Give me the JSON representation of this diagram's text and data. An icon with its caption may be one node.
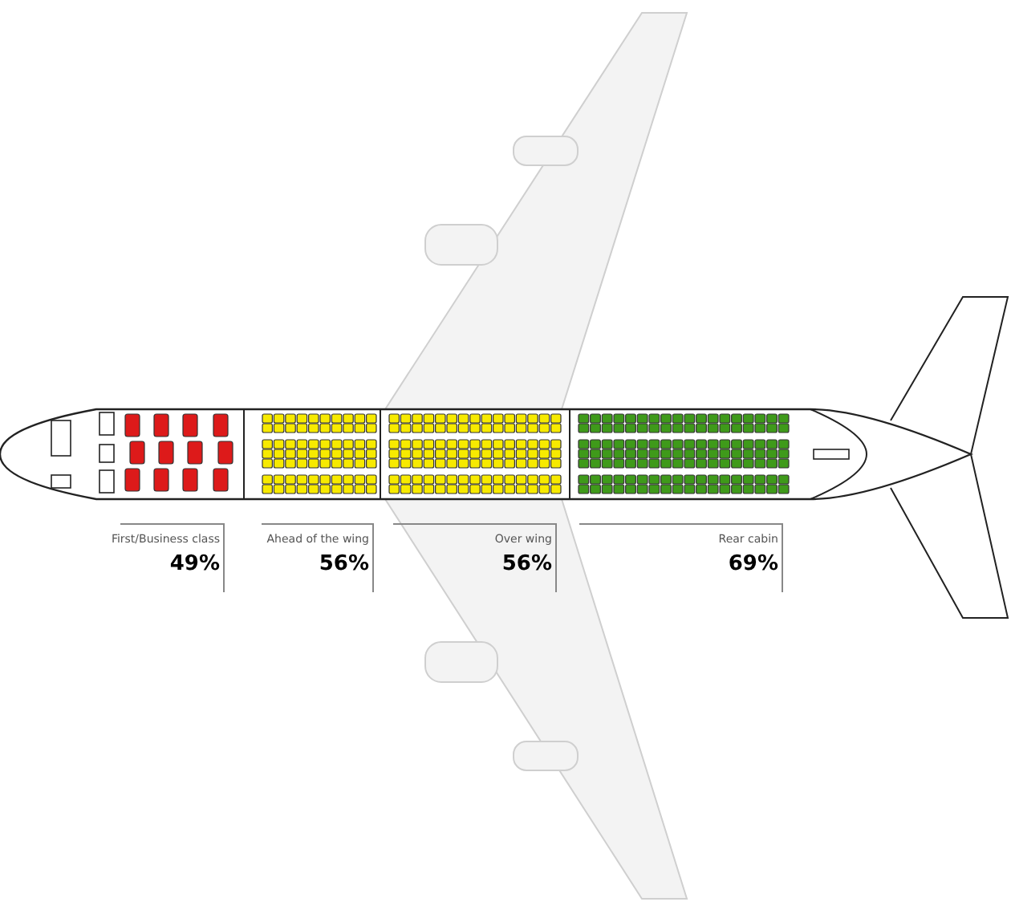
{
  "diagram": {
    "nodes": [
      {
        "text": [
          "First/Business class",
          "49%"
        ]
      },
      {
        "text": [
          "Ahead of the wing",
          "56%"
        ]
      },
      {
        "text": [
          "Over wing",
          "56%"
        ]
      },
      {
        "text": [
          "Rear cabin",
          "69%"
        ]
      }
    ]
  }
}
